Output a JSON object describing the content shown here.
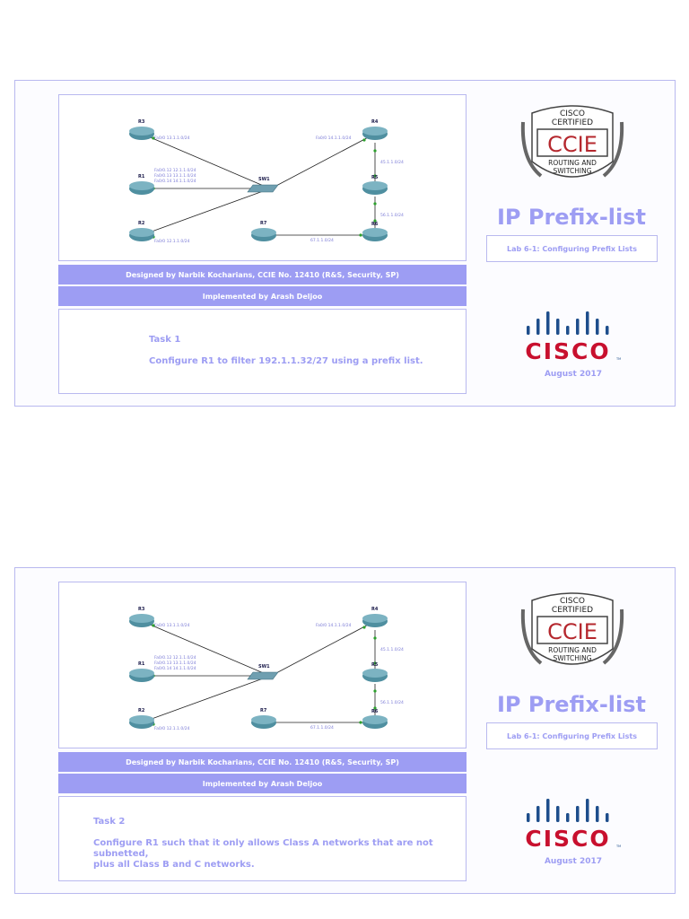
{
  "slides": [
    {
      "designed_by": "Designed by Narbik Kocharians, CCIE No. 12410 (R&S, Security, SP)",
      "implemented_by": "Implemented by Arash Deljoo",
      "task_title": "Task 1",
      "task_text": "Configure R1 to filter 192.1.1.32/27 using a prefix list.",
      "topic": "IP Prefix-list",
      "lab": "Lab 6-1: Configuring Prefix Lists",
      "date": "August 2017"
    },
    {
      "designed_by": "Designed by Narbik Kocharians, CCIE No. 12410 (R&S, Security, SP)",
      "implemented_by": "Implemented by Arash Deljoo",
      "task_title": "Task 2",
      "task_text": "Configure R1 such that it only allows Class A networks that are not subnetted,\nplus all Class B and C networks.",
      "topic": "IP Prefix-list",
      "lab": "Lab 6-1: Configuring Prefix Lists",
      "date": "August 2017"
    }
  ],
  "diagram": {
    "routers": {
      "r3": "R3",
      "r1": "R1",
      "r2": "R2",
      "r4": "R4",
      "r5": "R5",
      "r6": "R6",
      "r7": "R7",
      "sw1": "SW1"
    },
    "links": {
      "r3_sw": "Fa0/0 13.1.1.0/24",
      "r1_a": "Fa0/0.12 12.1.1.0/24",
      "r1_b": "Fa0/0.13 13.1.1.0/24",
      "r1_c": "Fa0/0.14 14.1.1.0/24",
      "r2_sw": "Fa0/0 12.1.1.0/24",
      "r4_sw": "Fa0/0 14.1.1.0/24",
      "r4_r5": "45.1.1.0/24",
      "r5_r6": "56.1.1.0/24",
      "r6_r7": "67.1.1.0/24"
    },
    "badge": {
      "line1": "CISCO",
      "line2": "CERTIFIED",
      "ccie": "CCIE",
      "line3": "ROUTING AND",
      "line4": "SWITCHING"
    },
    "cisco_logo": "CISCO",
    "tm": "TM"
  },
  "colors": {
    "accent": "#9d9df3",
    "border": "#b9b9ef",
    "cisco_blue": "#1e4e8c",
    "cisco_red": "#c8102e",
    "ccie_red": "#b5282e"
  }
}
